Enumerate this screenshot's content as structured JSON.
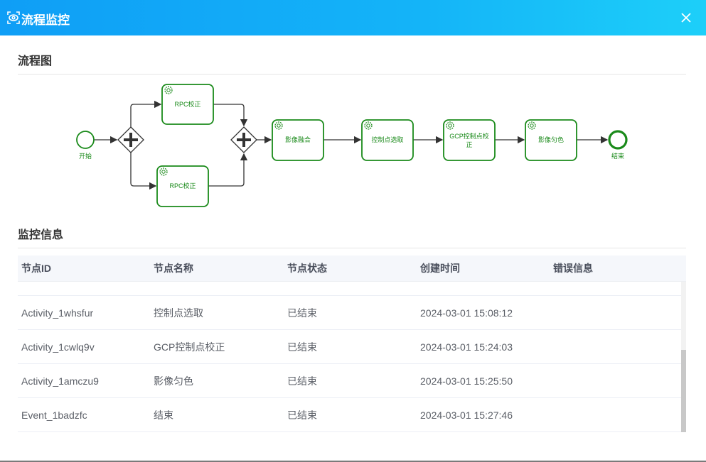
{
  "header": {
    "title": "流程监控",
    "icon": "eye-scan-icon",
    "close_icon": "close-icon",
    "gradient": [
      "#0f9ef6",
      "#1dcff9"
    ]
  },
  "sections": {
    "diagram_title": "流程图",
    "monitor_title": "监控信息"
  },
  "diagram": {
    "colors": {
      "node": "#1a8a1a",
      "edge": "#333333"
    },
    "start_label": "开始",
    "end_label": "结束",
    "tasks": [
      "RPC校正",
      "RPC校正",
      "影像融合",
      "控制点选取",
      "GCP控制点校",
      "正",
      "影像匀色"
    ]
  },
  "table": {
    "columns": [
      "节点ID",
      "节点名称",
      "节点状态",
      "创建时间",
      "错误信息"
    ],
    "rows": [
      [
        "Activity_1whsfur",
        "控制点选取",
        "已结束",
        "2024-03-01 15:08:12",
        ""
      ],
      [
        "Activity_1cwlq9v",
        "GCP控制点校正",
        "已结束",
        "2024-03-01 15:24:03",
        ""
      ],
      [
        "Activity_1amczu9",
        "影像匀色",
        "已结束",
        "2024-03-01 15:25:50",
        ""
      ],
      [
        "Event_1badzfc",
        "结束",
        "已结束",
        "2024-03-01 15:27:46",
        ""
      ]
    ]
  }
}
